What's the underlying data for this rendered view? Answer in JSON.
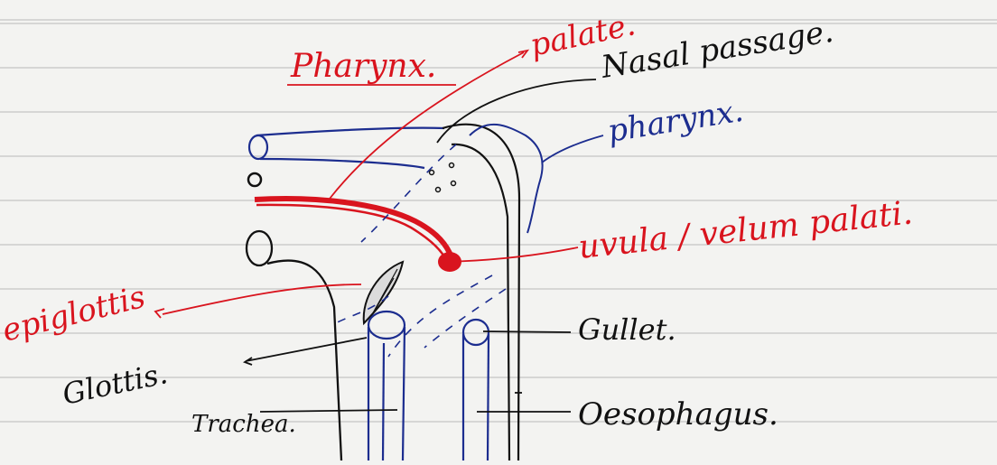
{
  "diagram": {
    "labels": {
      "pharynx_title": "Pharynx.",
      "palate": "palate.",
      "nasal_passage": "Nasal passage.",
      "pharynx": "pharynx.",
      "uvula": "uvula / velum palati.",
      "epiglottis": "epiglottis",
      "gullet": "Gullet.",
      "glottis": "Glottis.",
      "trachea": "Trachea.",
      "oesophagus": "Oesophagus."
    },
    "colors": {
      "paper": "#f3f3f1",
      "rule_line": "#b9b9b9",
      "red_ink": "#d9141e",
      "blue_ink": "#1c2d8f",
      "black_ink": "#111111"
    }
  }
}
